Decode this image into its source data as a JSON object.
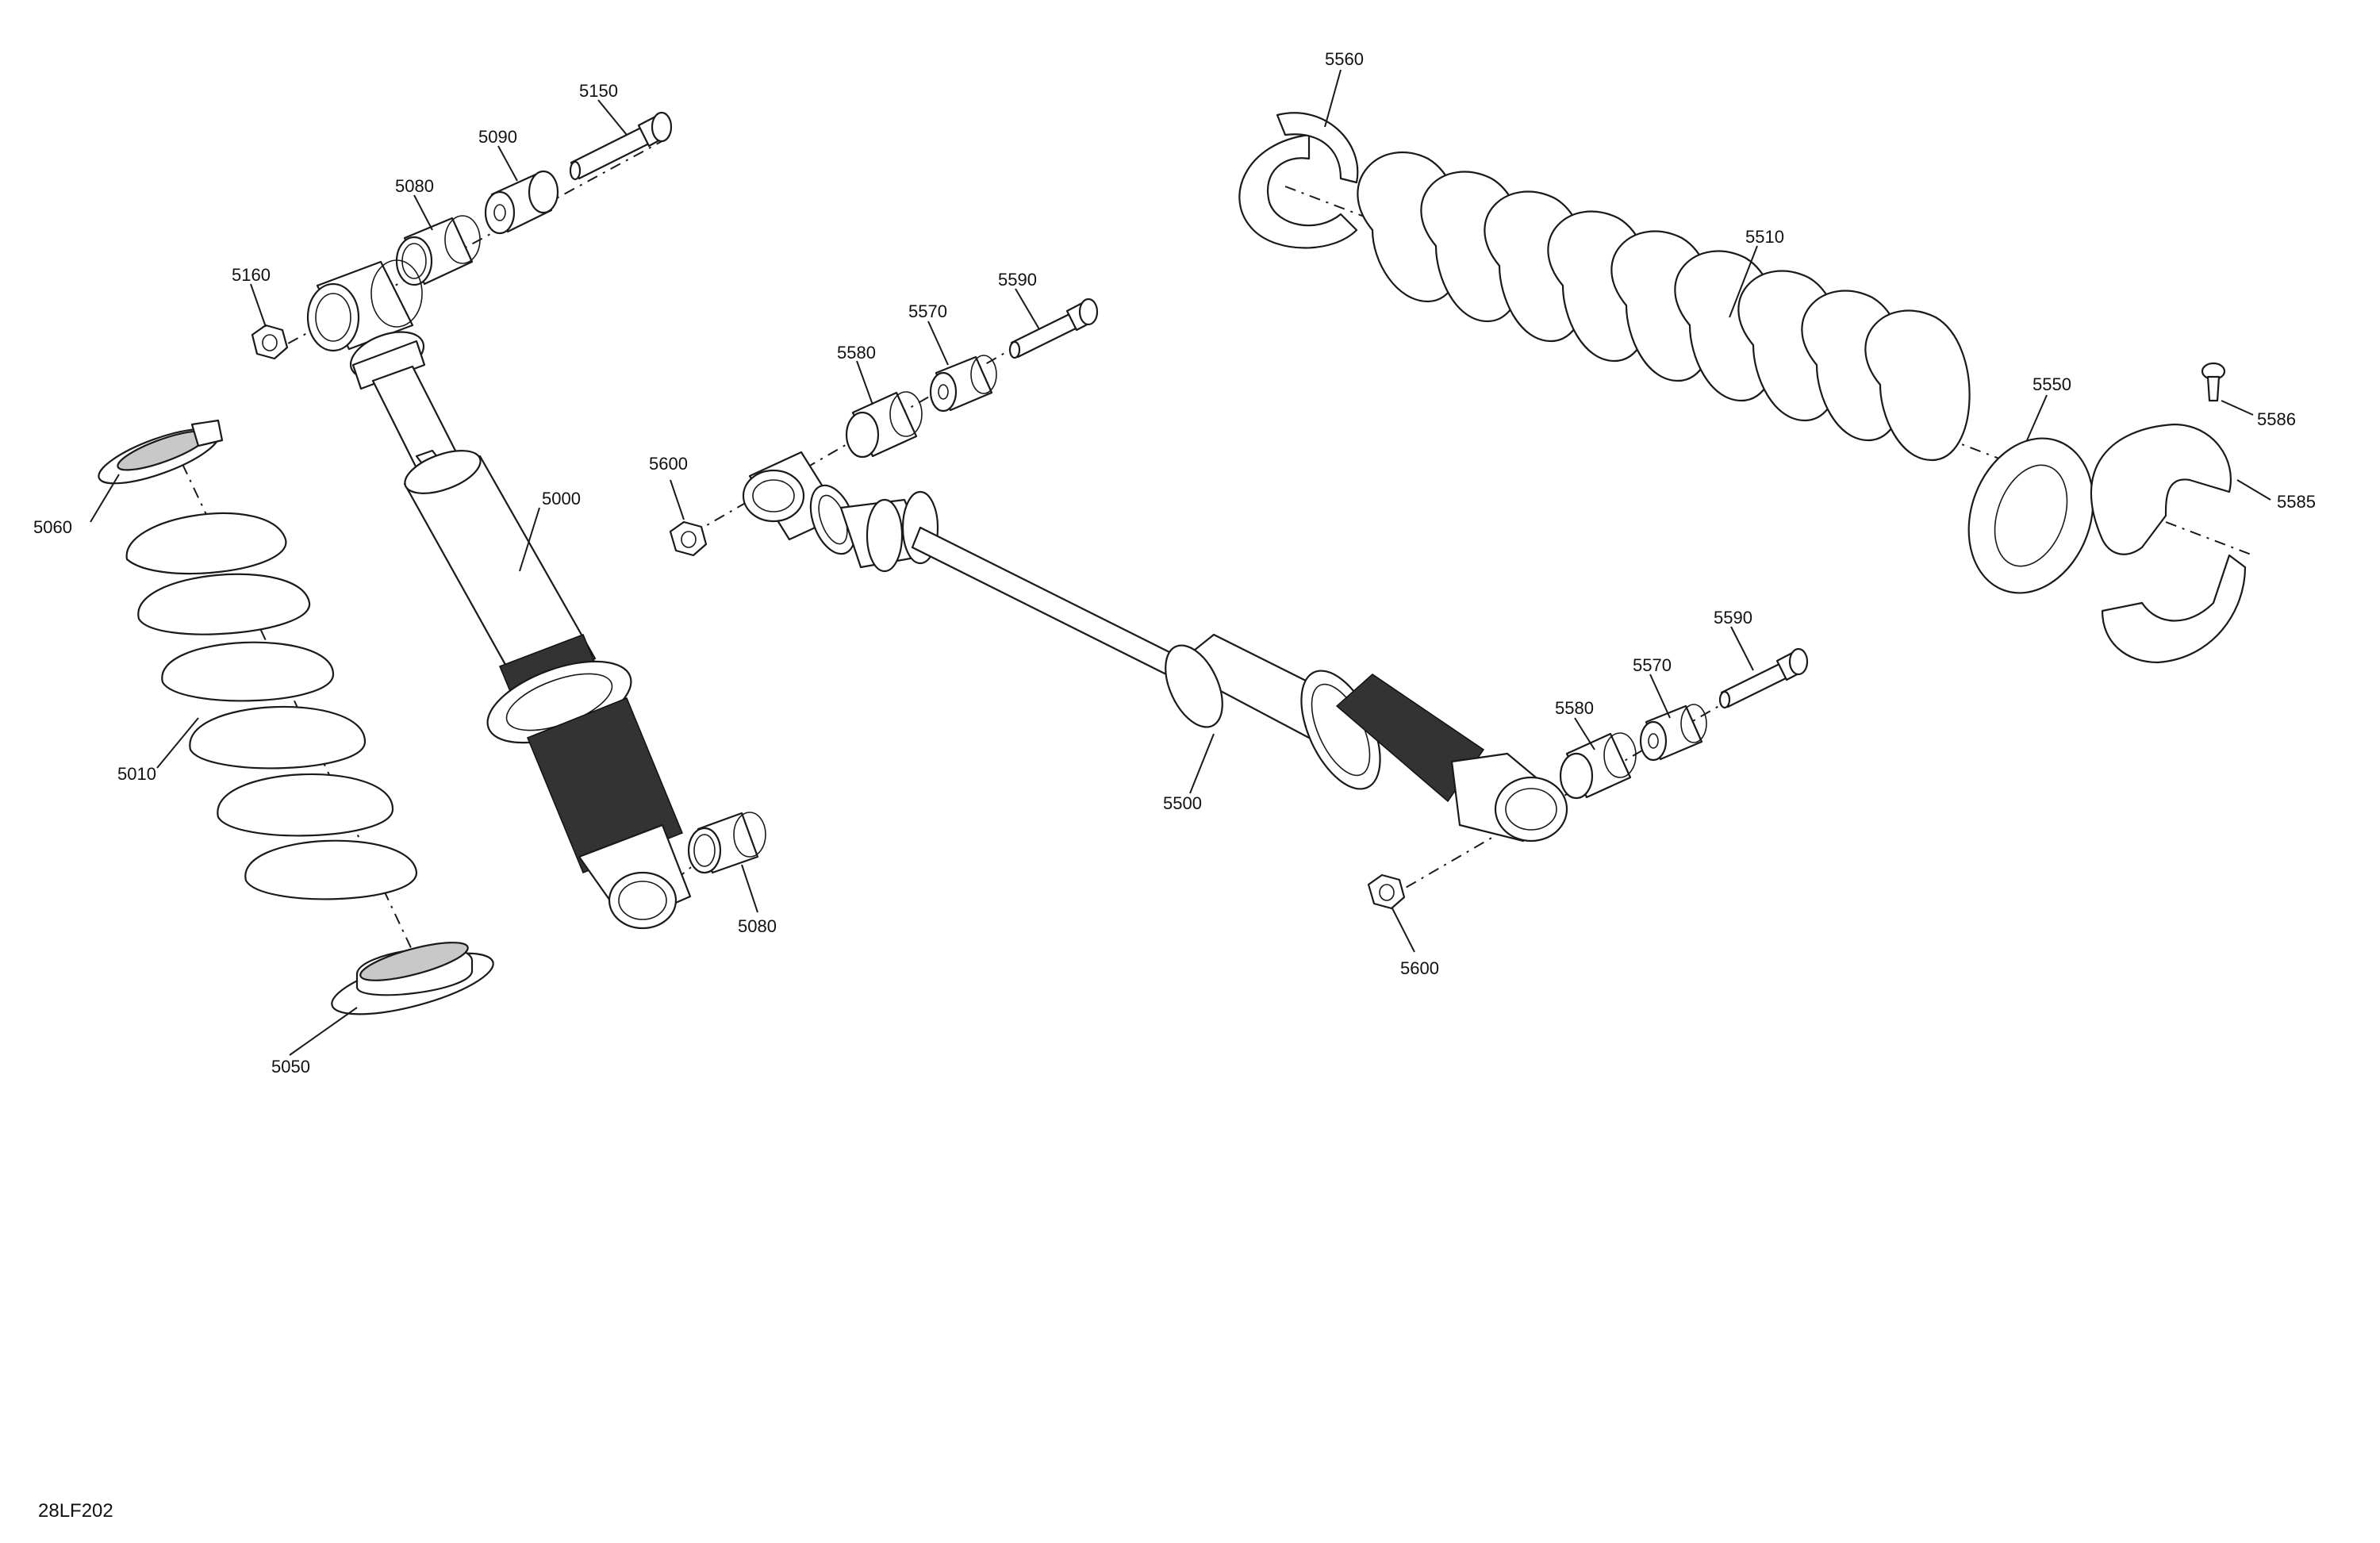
{
  "figure": {
    "id": "28LF202"
  },
  "callouts": [
    {
      "key": "c5150",
      "text": "5150"
    },
    {
      "key": "c5090",
      "text": "5090"
    },
    {
      "key": "c5080a",
      "text": "5080"
    },
    {
      "key": "c5160",
      "text": "5160"
    },
    {
      "key": "c5060",
      "text": "5060"
    },
    {
      "key": "c5000",
      "text": "5000"
    },
    {
      "key": "c5010",
      "text": "5010"
    },
    {
      "key": "c5080b",
      "text": "5080"
    },
    {
      "key": "c5050",
      "text": "5050"
    },
    {
      "key": "c5600a",
      "text": "5600"
    },
    {
      "key": "c5580a",
      "text": "5580"
    },
    {
      "key": "c5570a",
      "text": "5570"
    },
    {
      "key": "c5590a",
      "text": "5590"
    },
    {
      "key": "c5560",
      "text": "5560"
    },
    {
      "key": "c5510",
      "text": "5510"
    },
    {
      "key": "c5550",
      "text": "5550"
    },
    {
      "key": "c5586",
      "text": "5586"
    },
    {
      "key": "c5585",
      "text": "5585"
    },
    {
      "key": "c5590b",
      "text": "5590"
    },
    {
      "key": "c5570b",
      "text": "5570"
    },
    {
      "key": "c5580b",
      "text": "5580"
    },
    {
      "key": "c5500",
      "text": "5500"
    },
    {
      "key": "c5600b",
      "text": "5600"
    }
  ]
}
